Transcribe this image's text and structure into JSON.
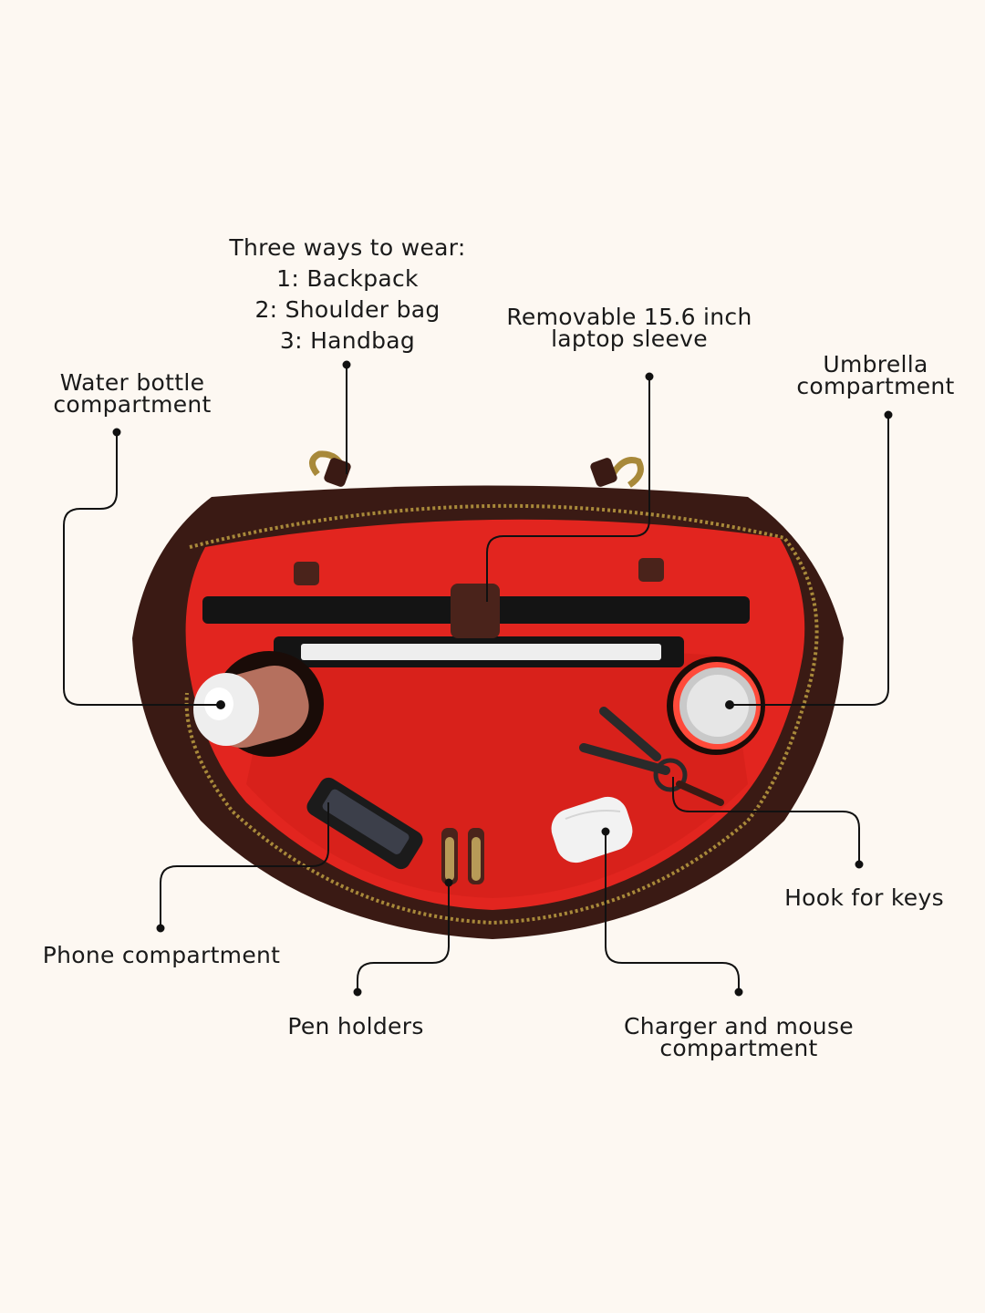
{
  "callouts": {
    "three_ways": {
      "title": "Three ways to wear:",
      "options": [
        "1: Backpack",
        "2: Shoulder bag",
        "3: Handbag"
      ]
    },
    "laptop_sleeve": [
      "Removable 15.6 inch",
      "laptop sleeve"
    ],
    "umbrella": [
      "Umbrella",
      "compartment"
    ],
    "water_bottle": [
      "Water bottle",
      "compartment"
    ],
    "phone": "Phone compartment",
    "pen_holders": "Pen holders",
    "hook_keys": "Hook for keys",
    "charger_mouse": [
      "Charger and mouse",
      "compartment"
    ]
  },
  "colors": {
    "background": "#fdf8f2",
    "leather": "#3a1a14",
    "lining": "#e2251f",
    "brass": "#a8893a",
    "line": "#111111"
  },
  "illustration": {
    "subject": "open-backpack-top-view-icon"
  }
}
